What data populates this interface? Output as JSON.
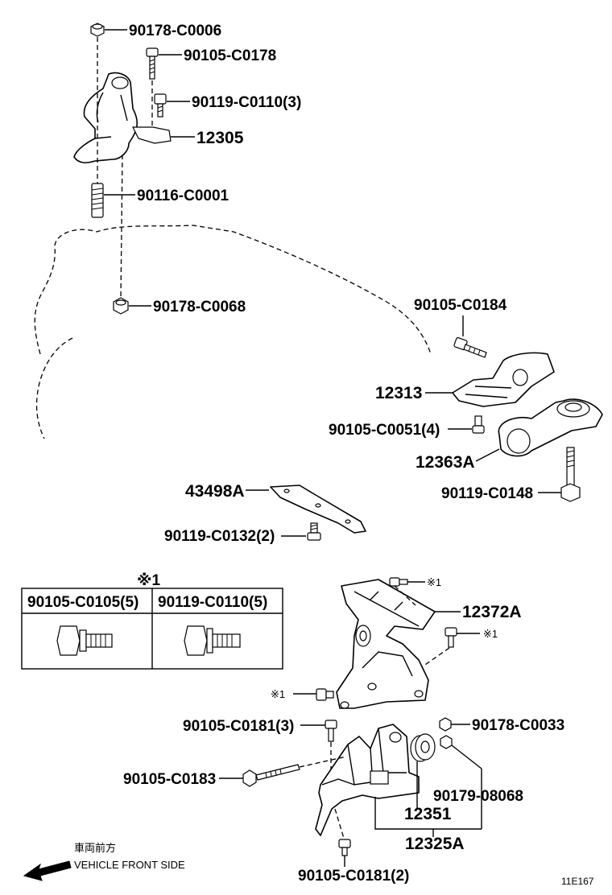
{
  "callouts": {
    "top_nut": "90178-C0006",
    "top_bolt": "90105-C0178",
    "side_bolt": "90119-C0110(3)",
    "mount_front": "12305",
    "stud": "90116-C0001",
    "lower_nut": "90178-C0068",
    "rear_bolt": "90105-C0184",
    "bracket_rear": "12313",
    "bracket_bolt": "90105-C0051(4)",
    "rod": "12363A",
    "rod_bolt": "90119-C0148",
    "plate": "43498A",
    "plate_bolt": "90119-C0132(2)",
    "bracket_lh": "12372A",
    "lh_bolt_a": "90105-C0181(3)",
    "lh_long_bolt": "90105-C0183",
    "lh_nut": "90178-C0033",
    "lh_nut2": "90179-08068",
    "insulator": "12351",
    "mount_lh": "12325A",
    "lh_bolt_b": "90105-C0181(2)"
  },
  "ref_marks": {
    "table_mark": "※1",
    "mark_1": "※1",
    "mark_2": "※1",
    "mark_3": "※1"
  },
  "bolt_table": {
    "col1": "90105-C0105(5)",
    "col2": "90119-C0110(5)"
  },
  "direction": {
    "japanese": "車両前方",
    "english": "VEHICLE FRONT SIDE"
  },
  "figure_code": "11E167"
}
